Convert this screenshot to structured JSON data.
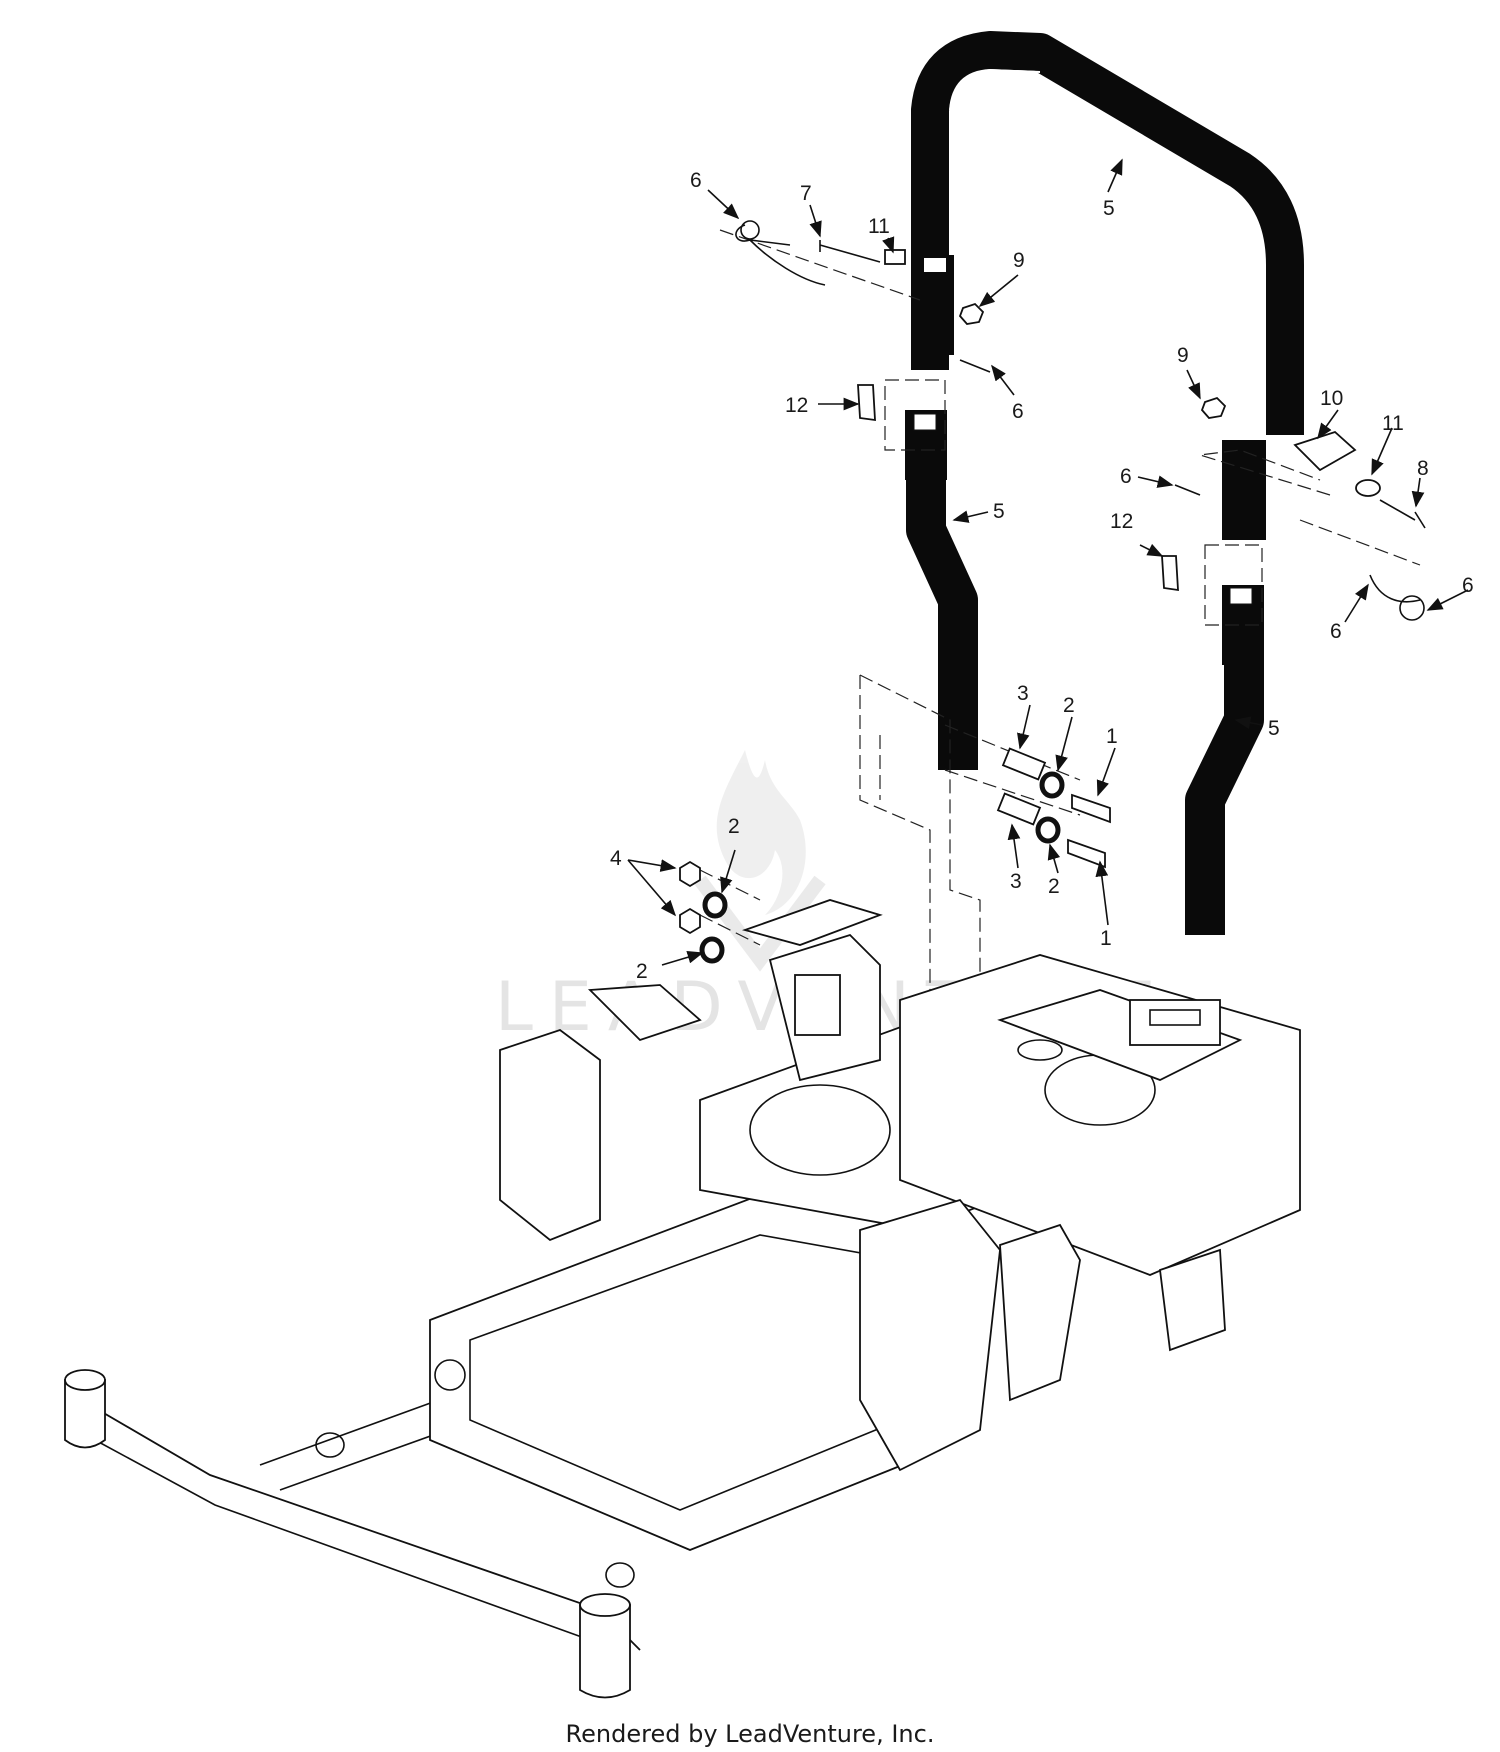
{
  "footer": "Rendered by LeadVenture, Inc.",
  "watermark": "LEADVENTURE",
  "callouts": {
    "c1a": "1",
    "c1b": "1",
    "c2a": "2",
    "c2b": "2",
    "c2c": "2",
    "c2d": "2",
    "c3a": "3",
    "c3b": "3",
    "c4": "4",
    "c5a": "5",
    "c5b": "5",
    "c5c": "5",
    "c6a": "6",
    "c6b": "6",
    "c6c": "6",
    "c6d": "6",
    "c6e": "6",
    "c7": "7",
    "c8": "8",
    "c9a": "9",
    "c9b": "9",
    "c10": "10",
    "c11a": "11",
    "c11b": "11",
    "c12a": "12",
    "c12b": "12"
  }
}
